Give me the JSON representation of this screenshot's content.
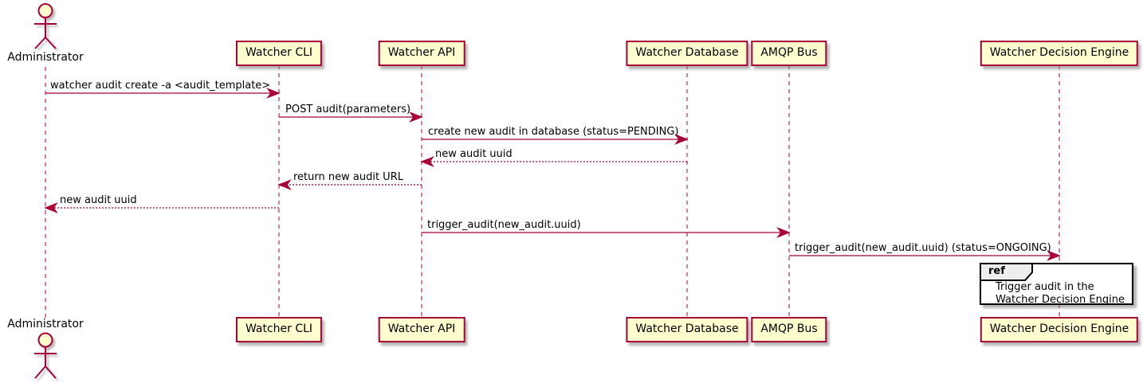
{
  "actor": {
    "name": "Administrator"
  },
  "participants": [
    {
      "name": "Watcher CLI"
    },
    {
      "name": "Watcher API"
    },
    {
      "name": "Watcher Database"
    },
    {
      "name": "AMQP Bus"
    },
    {
      "name": "Watcher Decision Engine"
    }
  ],
  "messages": [
    {
      "label": "watcher audit create -a <audit_template>",
      "from": "Administrator",
      "to": "Watcher CLI",
      "line": "solid"
    },
    {
      "label": "POST audit(parameters)",
      "from": "Watcher CLI",
      "to": "Watcher API",
      "line": "solid"
    },
    {
      "label": "create new audit in database (status=PENDING)",
      "from": "Watcher API",
      "to": "Watcher Database",
      "line": "solid"
    },
    {
      "label": "new audit uuid",
      "from": "Watcher Database",
      "to": "Watcher API",
      "line": "dashed"
    },
    {
      "label": "return new audit URL",
      "from": "Watcher API",
      "to": "Watcher CLI",
      "line": "dashed"
    },
    {
      "label": "new audit uuid",
      "from": "Watcher CLI",
      "to": "Administrator",
      "line": "dashed"
    },
    {
      "label": "trigger_audit(new_audit.uuid)",
      "from": "Watcher API",
      "to": "AMQP Bus",
      "line": "solid"
    },
    {
      "label": "trigger_audit(new_audit.uuid) (status=ONGOING)",
      "from": "AMQP Bus",
      "to": "Watcher Decision Engine",
      "line": "solid"
    }
  ],
  "ref": {
    "keyword": "ref",
    "lines": [
      "Trigger audit in the",
      "Watcher Decision Engine"
    ]
  },
  "colors": {
    "accent": "#A80036",
    "participant_fill": "#FEFECE",
    "ref_header_fill": "#EEEEEE",
    "frame_border": "#000000",
    "text": "#000000"
  }
}
